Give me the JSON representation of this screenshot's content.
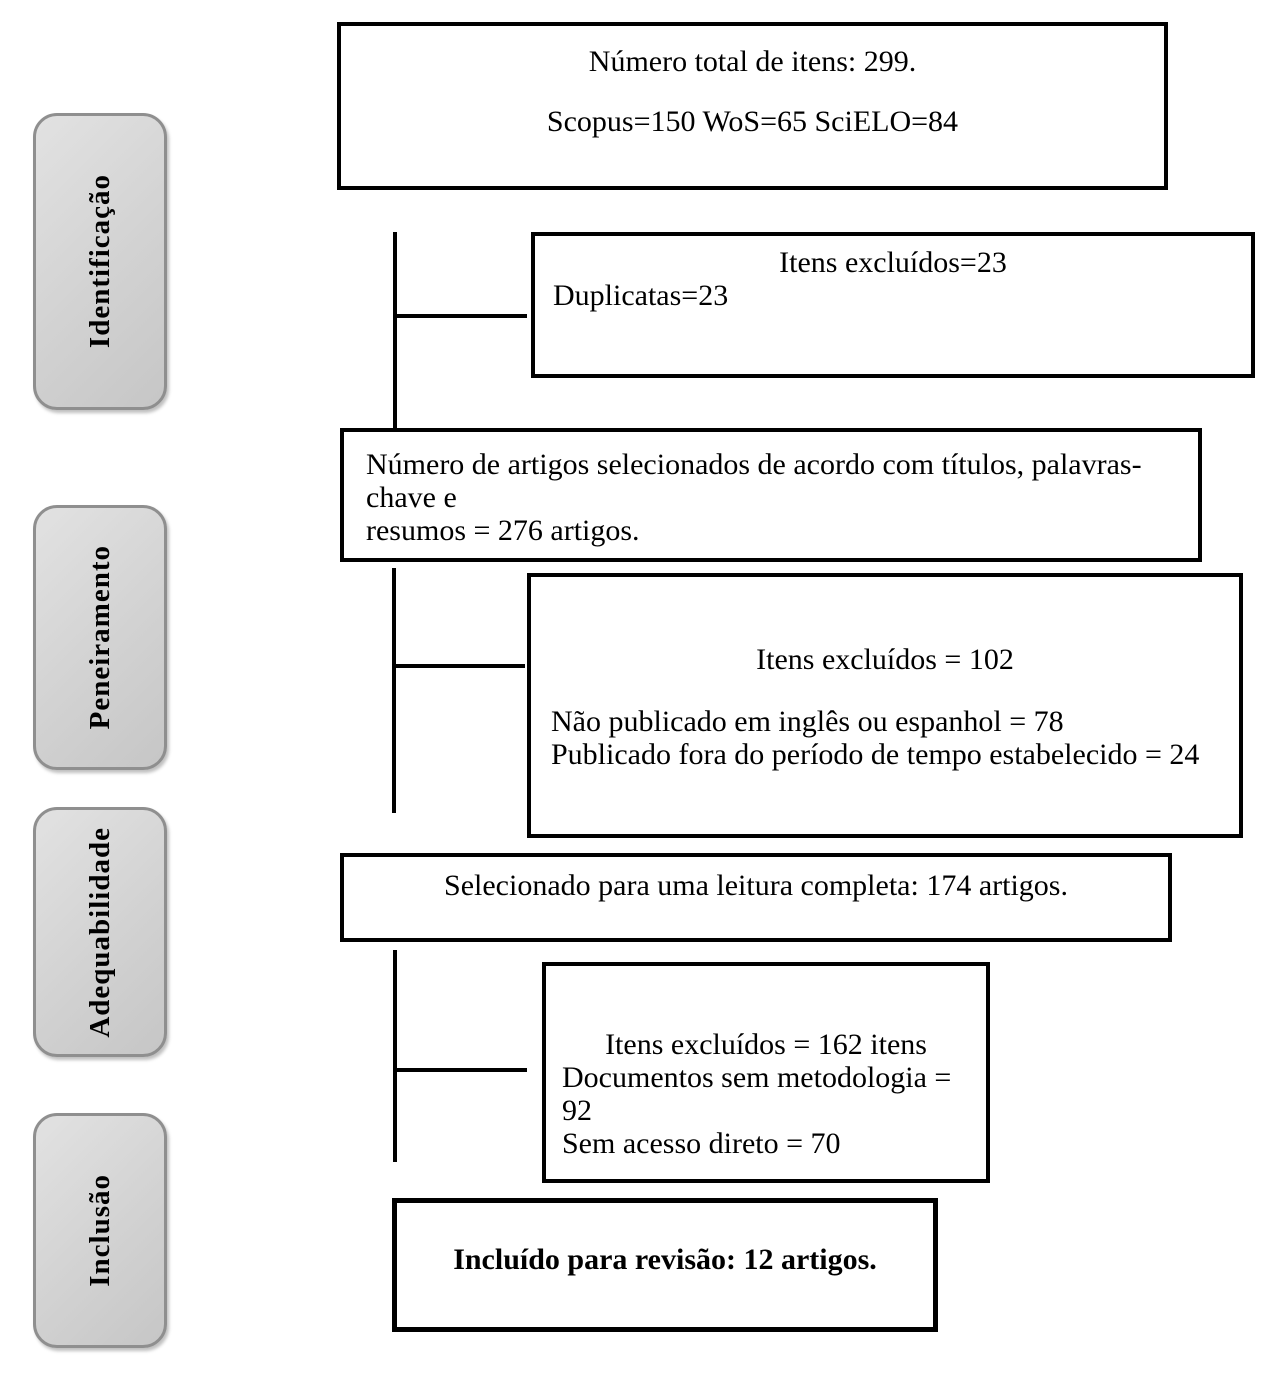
{
  "diagram": {
    "stages": [
      {
        "label": "Identificação"
      },
      {
        "label": "Peneiramento"
      },
      {
        "label": "Adequabilidade"
      },
      {
        "label": "Inclusão"
      }
    ],
    "boxes": {
      "total": {
        "line1": "Número total de itens: 299.",
        "line2": "Scopus=150 WoS=65 SciELO=84"
      },
      "excluded_duplicates": {
        "line1": "Itens excluídos=23",
        "line2": "Duplicatas=23"
      },
      "selected_titles": {
        "line1": "Número de artigos selecionados de acordo com títulos, palavras-chave e",
        "line2": "resumos = 276 artigos."
      },
      "excluded_screening": {
        "line1": "Itens excluídos = 102",
        "line2": "Não publicado em inglês ou espanhol = 78",
        "line3": "Publicado fora do período de tempo estabelecido = 24"
      },
      "full_reading": {
        "text": "Selecionado para uma leitura completa: 174 artigos."
      },
      "excluded_eligibility": {
        "line1": "Itens excluídos = 162 itens",
        "line2": "Documentos sem metodologia = 92",
        "line3": "Sem acesso direto = 70"
      },
      "included": {
        "text": "Incluído para revisão: 12 artigos."
      }
    }
  }
}
